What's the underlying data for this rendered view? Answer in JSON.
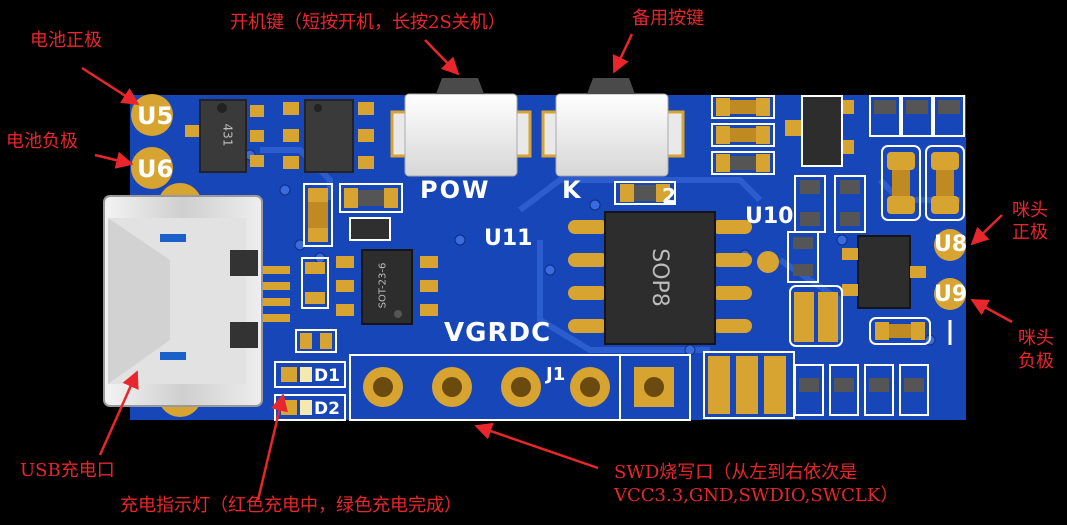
{
  "annotations": {
    "battery_positive": "电池正极",
    "battery_negative": "电池负极",
    "power_key": "开机键（短按开机，长按2S关机）",
    "backup_key": "备用按键",
    "mic_positive_line1": "咪头",
    "mic_positive_line2": "正极",
    "mic_negative_line1": "咪头",
    "mic_negative_line2": "负极",
    "usb_charge": "USB充电口",
    "charge_led": "充电指示灯（红色充电中，绿色充电完成）",
    "swd_line1": "SWD烧写口（从左到右依次是",
    "swd_line2": "VCC3.3,GND,SWDIO,SWCLK）"
  },
  "silkscreen": {
    "u5": "U5",
    "u6": "U6",
    "u8": "U8",
    "u9": "U9",
    "u10": "U10",
    "u11": "U11",
    "pow": "POW",
    "k": "K",
    "vgrdc": "VGRDC",
    "j1": "J1",
    "d1": "D1",
    "d2": "D2",
    "sop8": "SOP8",
    "sot": "SOT-23-6",
    "ic431": "431",
    "num2": "2"
  },
  "colors": {
    "annotation": "#e8262b",
    "board": "#1646b8",
    "pad": "#d8a431",
    "silk": "#ffffff"
  }
}
